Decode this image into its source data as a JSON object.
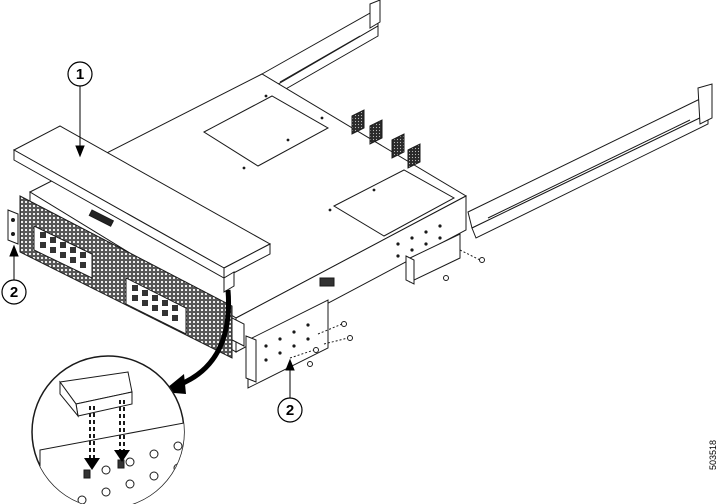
{
  "callouts": [
    {
      "id": "c1",
      "label": "1"
    },
    {
      "id": "c2a",
      "label": "2"
    },
    {
      "id": "c2b",
      "label": "2"
    }
  ],
  "figure_id": "503518",
  "colors": {
    "line": "#1a1a1a",
    "panel_fill": "#ffffff",
    "grille": "#3a3a3a",
    "arrow": "#000000"
  }
}
